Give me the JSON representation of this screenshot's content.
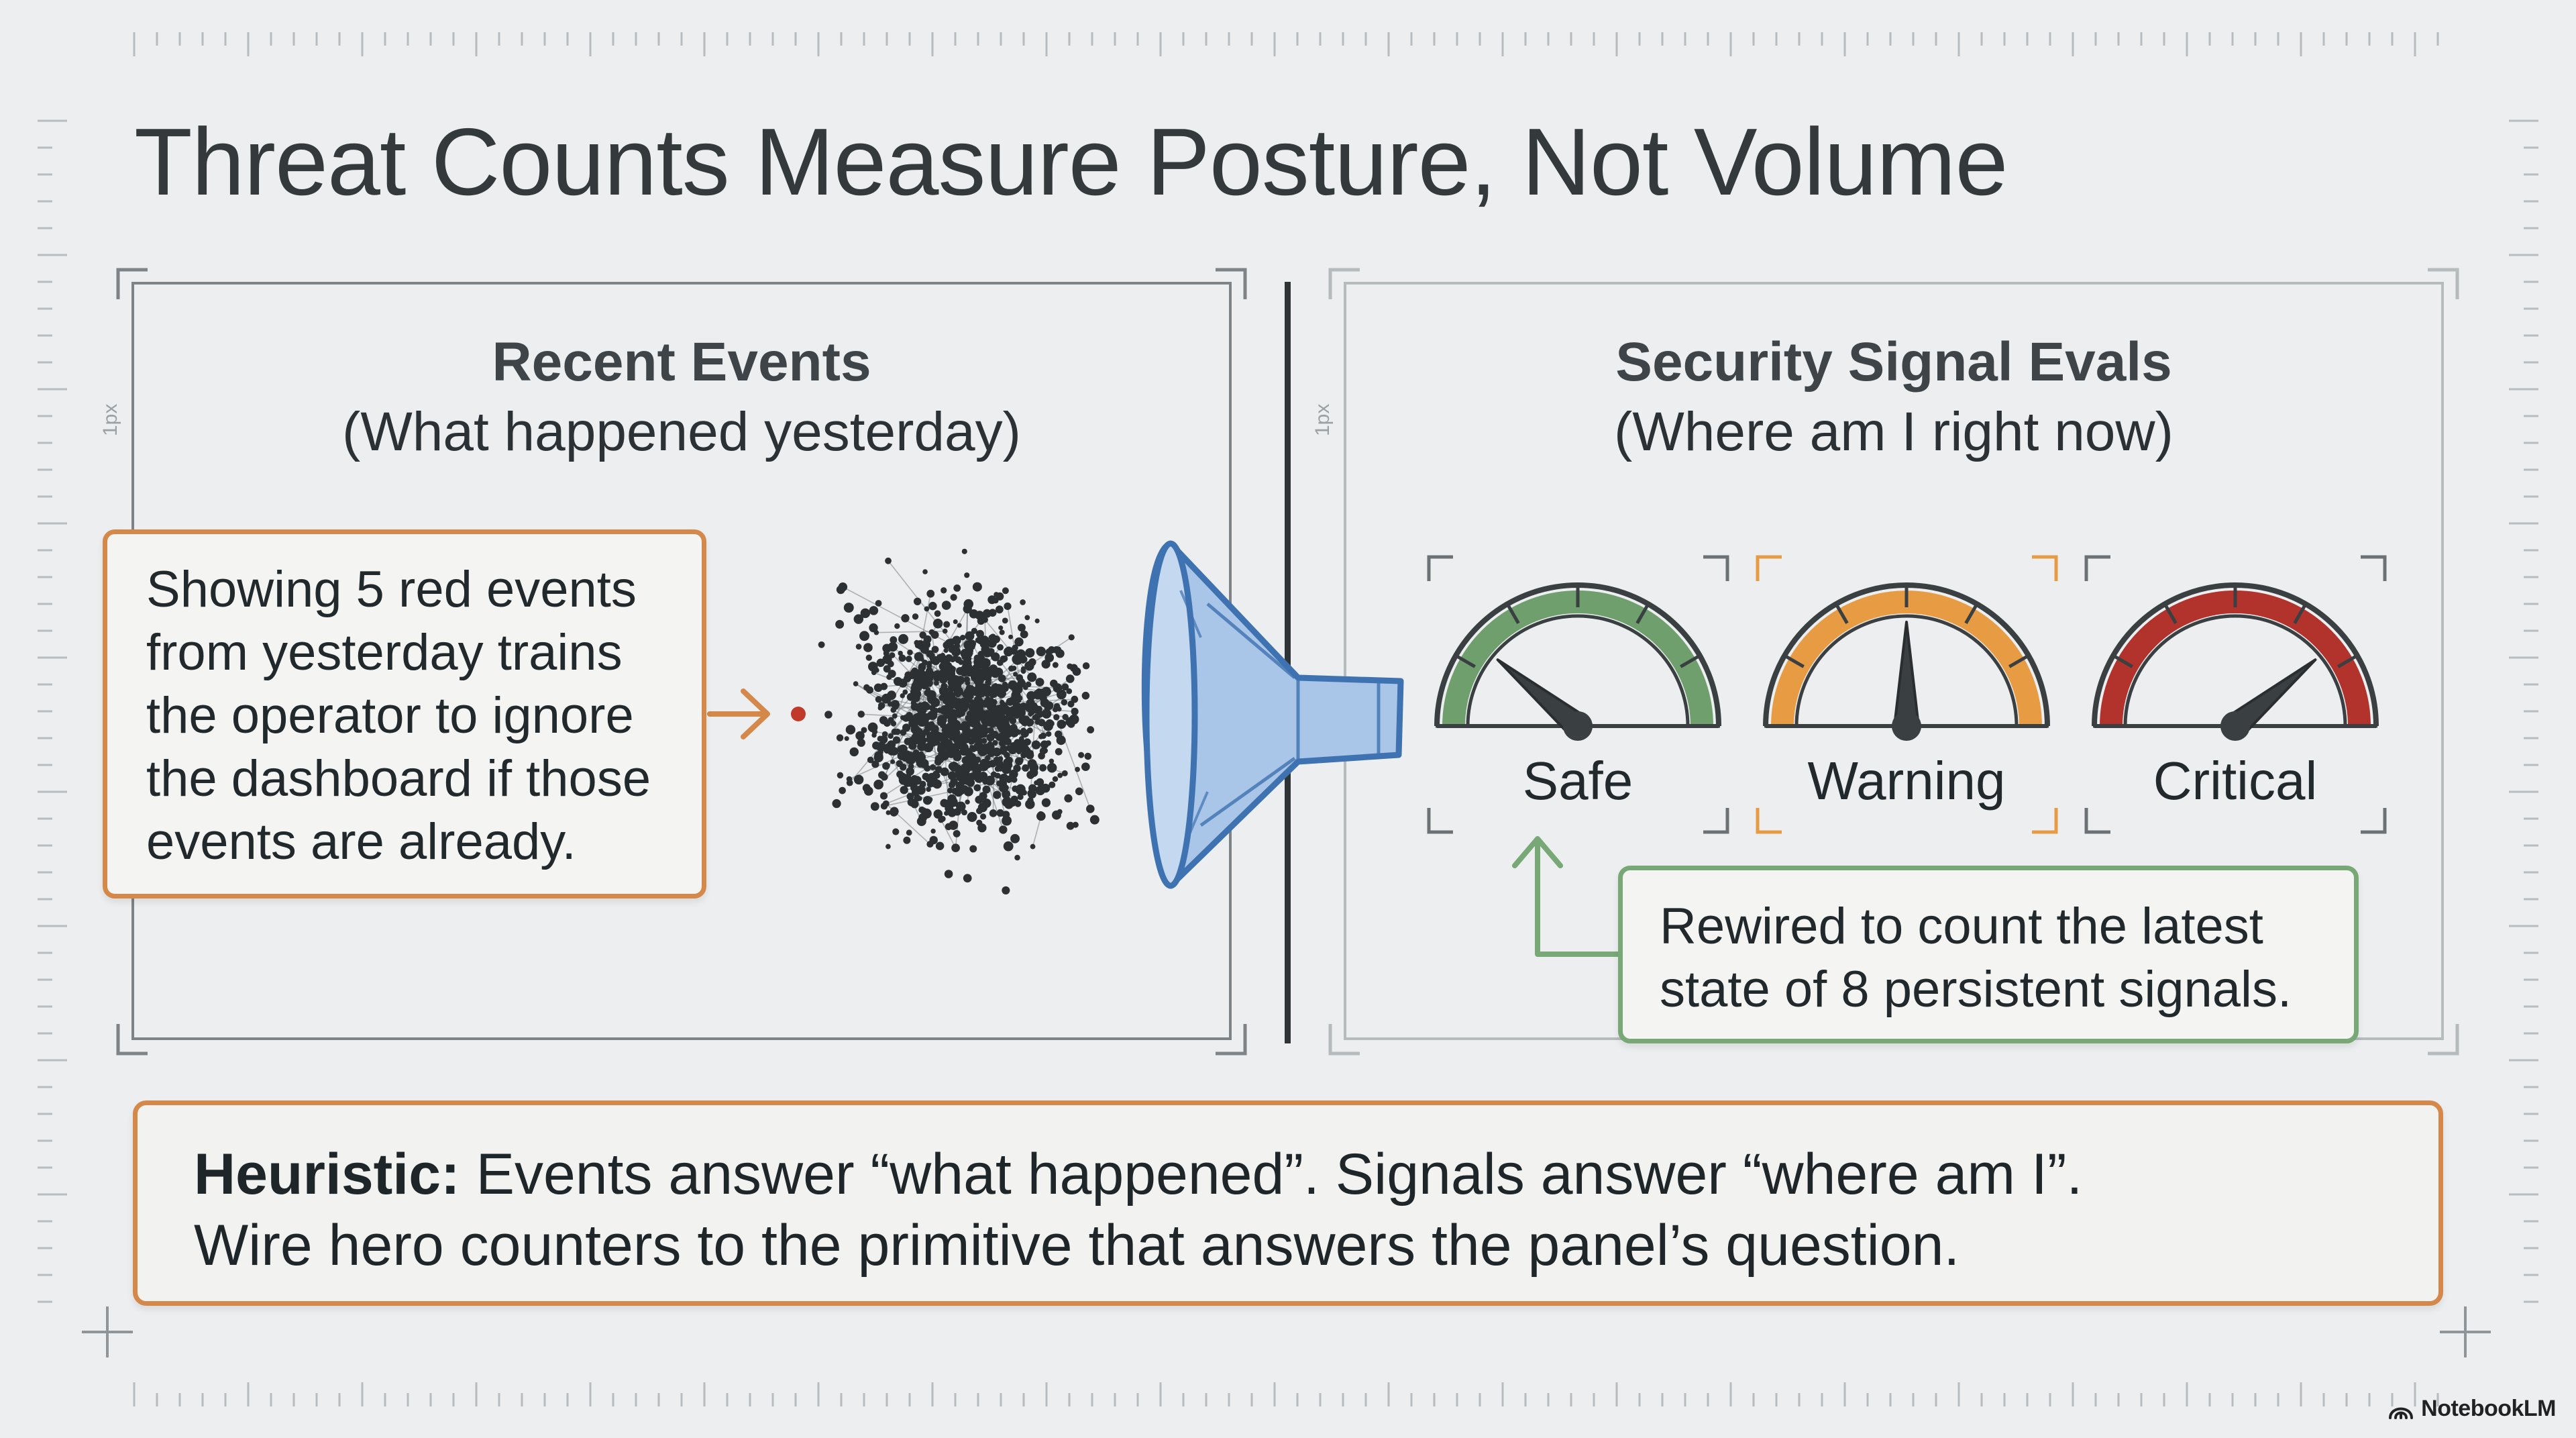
{
  "title": "Threat Counts Measure Posture, Not Volume",
  "ruler_label": "1px",
  "left_panel": {
    "title": "Recent Events",
    "subtitle": "(What happened yesterday)",
    "callout_lines": [
      "Showing 5 red events",
      "from yesterday trains",
      "the operator to ignore",
      "the dashboard if those",
      "events are already."
    ]
  },
  "right_panel": {
    "title": "Security Signal Evals",
    "subtitle": "(Where am I right now)",
    "gauges": [
      {
        "label": "Safe",
        "color": "#6f9f6d",
        "level": 0.22
      },
      {
        "label": "Warning",
        "color": "#e79b43",
        "level": 0.5
      },
      {
        "label": "Critical",
        "color": "#b2322c",
        "level": 0.78
      }
    ],
    "callout_lines": [
      "Rewired to count the latest",
      "state of 8 persistent signals."
    ]
  },
  "heuristic": {
    "label": "Heuristic:",
    "line1": "Events answer “what happened”. Signals answer “where am I”.",
    "line2": "Wire hero counters to the primitive that answers the panel’s question."
  },
  "brand": "NotebookLM",
  "colors": {
    "accent_orange": "#d4884a",
    "accent_green": "#79a877",
    "funnel_blue": "#3f72b0",
    "text_dark": "#2b3134"
  }
}
